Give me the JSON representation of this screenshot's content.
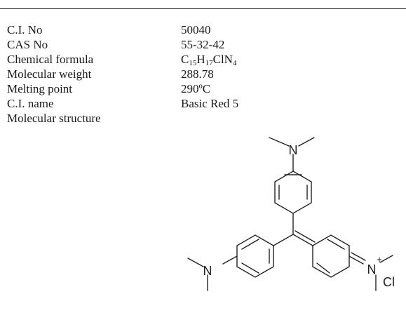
{
  "rows": [
    {
      "label": "C.I. No",
      "value": "50040"
    },
    {
      "label": "CAS No",
      "value": "55-32-42"
    },
    {
      "label": "Chemical formula",
      "value": ""
    },
    {
      "label": "Molecular weight",
      "value": "288.78"
    },
    {
      "label": "Melting point",
      "value": "290ºC"
    },
    {
      "label": "C.I. name",
      "value": "Basic Red 5"
    },
    {
      "label": "Molecular structure",
      "value": ""
    }
  ],
  "formula": {
    "c": "C",
    "c_n": "15",
    "h": "H",
    "h_n": "17",
    "rest": "ClN",
    "n_n": "4"
  },
  "structure": {
    "top_n": "N",
    "left_n": "N",
    "right_n": "N",
    "charge": "+",
    "counter_ion": "Cl"
  }
}
